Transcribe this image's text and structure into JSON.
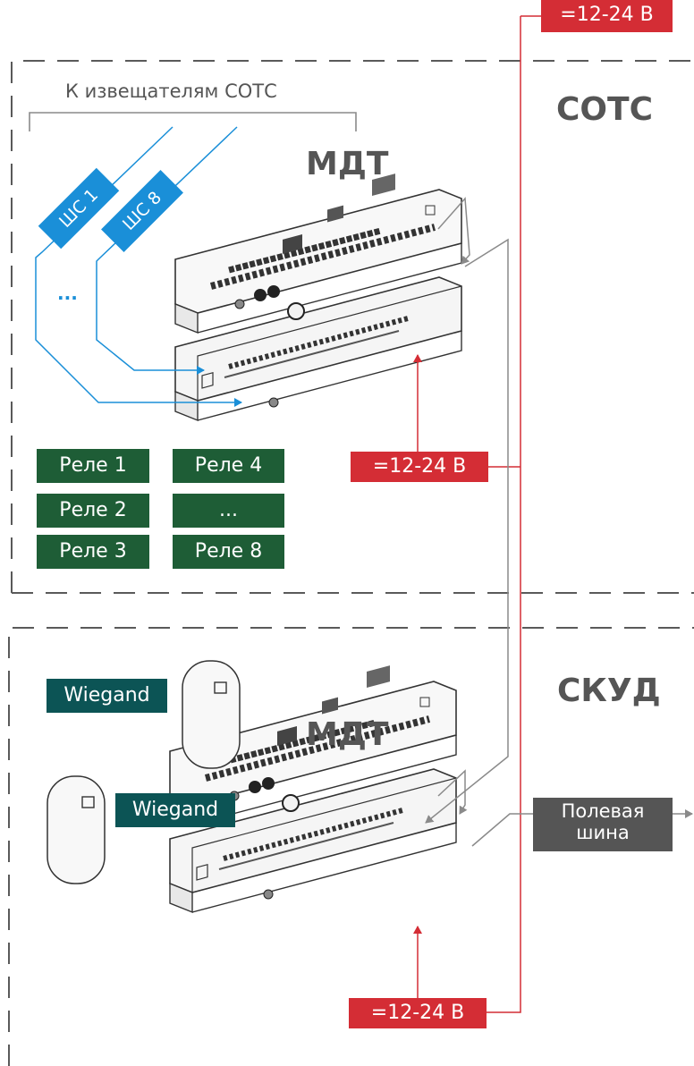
{
  "sections": {
    "sots": {
      "title": "СОТС",
      "device_title": "МДТ"
    },
    "skud": {
      "title": "СКУД",
      "device_title": "МДТ"
    }
  },
  "detectors_caption": "К извещателям СОТС",
  "loops": [
    "ШС 1",
    "ШС 8"
  ],
  "loops_ellipsis": "...",
  "relays": [
    "Реле 1",
    "Реле 2",
    "Реле 3",
    "Реле 4",
    "...",
    "Реле 8"
  ],
  "power_labels": {
    "top": "=12-24 В",
    "sots": "=12-24 В",
    "skud": "=12-24 В"
  },
  "wiegand_labels": [
    "Wiegand",
    "Wiegand"
  ],
  "field_bus": {
    "line1": "Полевая",
    "line2": "шина"
  },
  "colors": {
    "power": "#d42d35",
    "loop": "#1a8fd8",
    "relay": "#1e5d36",
    "wiegand": "#0c5455",
    "bus": "#555555",
    "title": "#555555"
  }
}
